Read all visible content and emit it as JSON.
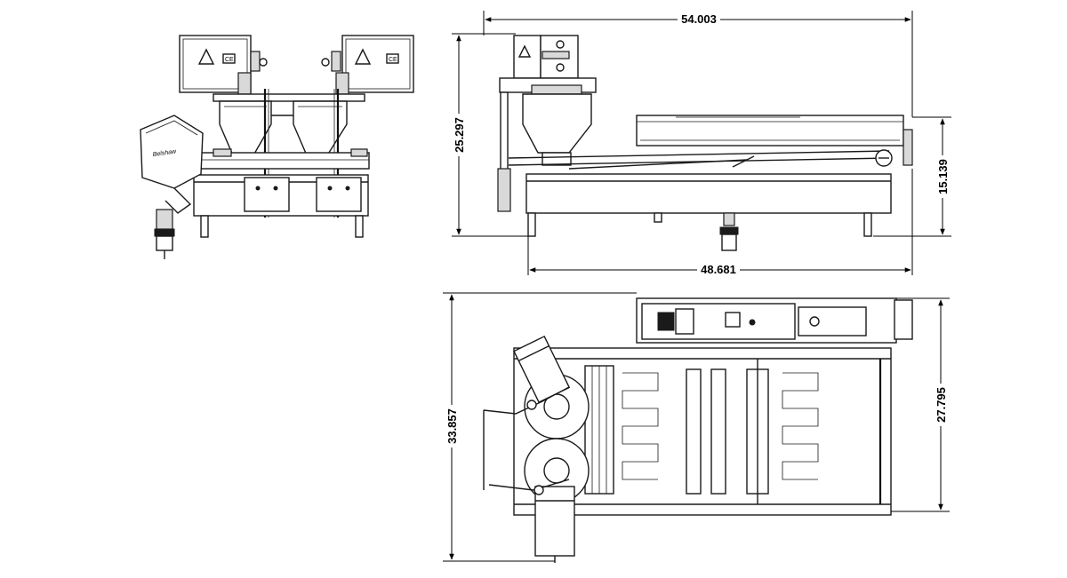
{
  "dimensions": {
    "side_overall_length": "54.003",
    "side_overall_height": "25.297",
    "side_base_height": "15.139",
    "side_base_length": "48.681",
    "top_overall_depth": "33.857",
    "top_base_depth": "27.795"
  },
  "panel_marks": {
    "ce_left": "CE",
    "ce_right": "CE",
    "logo_text": "Belshaw"
  },
  "colors": {
    "line": "#1a1a1a",
    "background": "#ffffff",
    "shade": "#d9d9d9"
  }
}
